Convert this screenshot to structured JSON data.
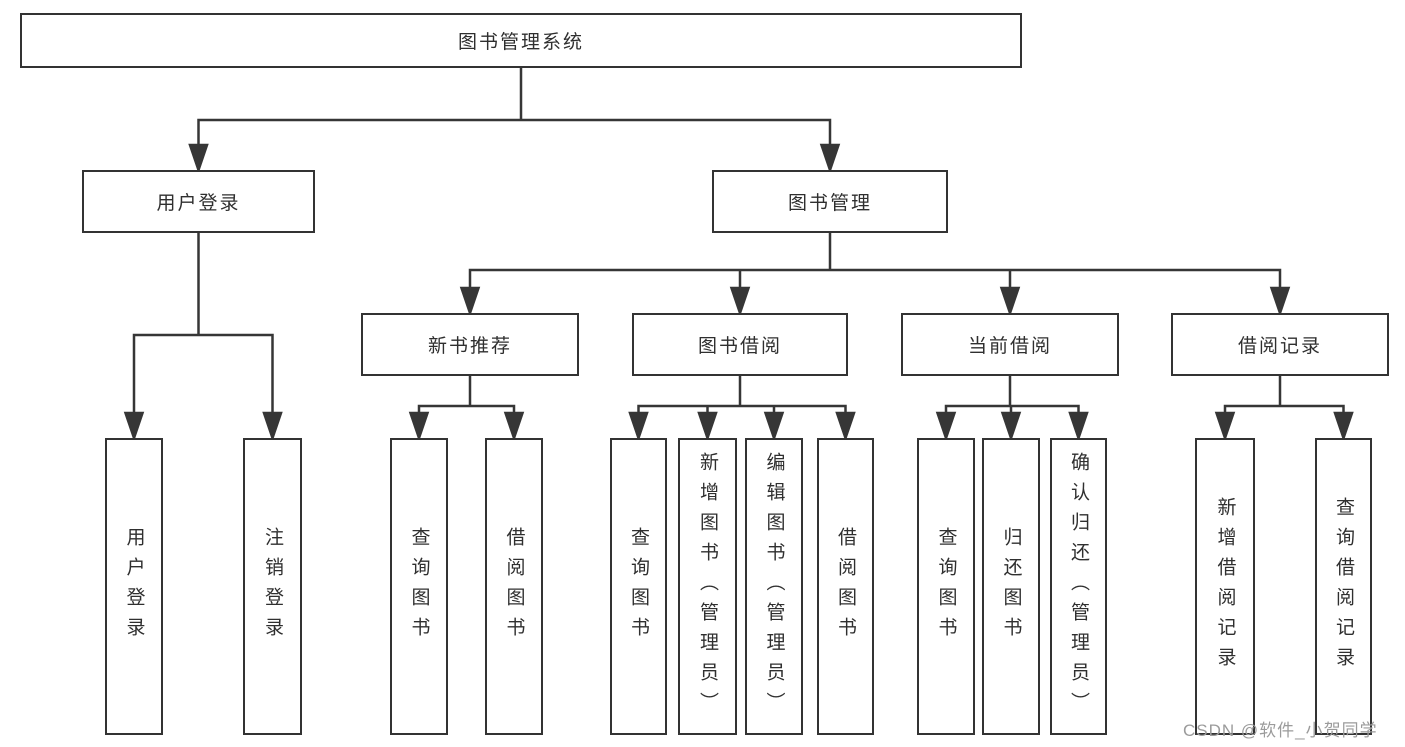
{
  "tree": {
    "root": "图书管理系统",
    "children": [
      {
        "label": "用户登录",
        "children": [
          {
            "label": "用户登录"
          },
          {
            "label": "注销登录"
          }
        ]
      },
      {
        "label": "图书管理",
        "children": [
          {
            "label": "新书推荐",
            "children": [
              {
                "label": "查询图书"
              },
              {
                "label": "借阅图书"
              }
            ]
          },
          {
            "label": "图书借阅",
            "children": [
              {
                "label": "查询图书"
              },
              {
                "label": "新增图书（管理员）"
              },
              {
                "label": "编辑图书（管理员）"
              },
              {
                "label": "借阅图书"
              }
            ]
          },
          {
            "label": "当前借阅",
            "children": [
              {
                "label": "查询图书"
              },
              {
                "label": "归还图书"
              },
              {
                "label": "确认归还（管理员）"
              }
            ]
          },
          {
            "label": "借阅记录",
            "children": [
              {
                "label": "新增借阅记录"
              },
              {
                "label": "查询借阅记录"
              }
            ]
          }
        ]
      }
    ]
  },
  "watermark": "CSDN @软件_小贺同学",
  "colors": {
    "line": "#363636",
    "box_border": "#333333",
    "text": "#2f2f2f",
    "watermark": "#9b9b9b",
    "background": "#ffffff"
  }
}
